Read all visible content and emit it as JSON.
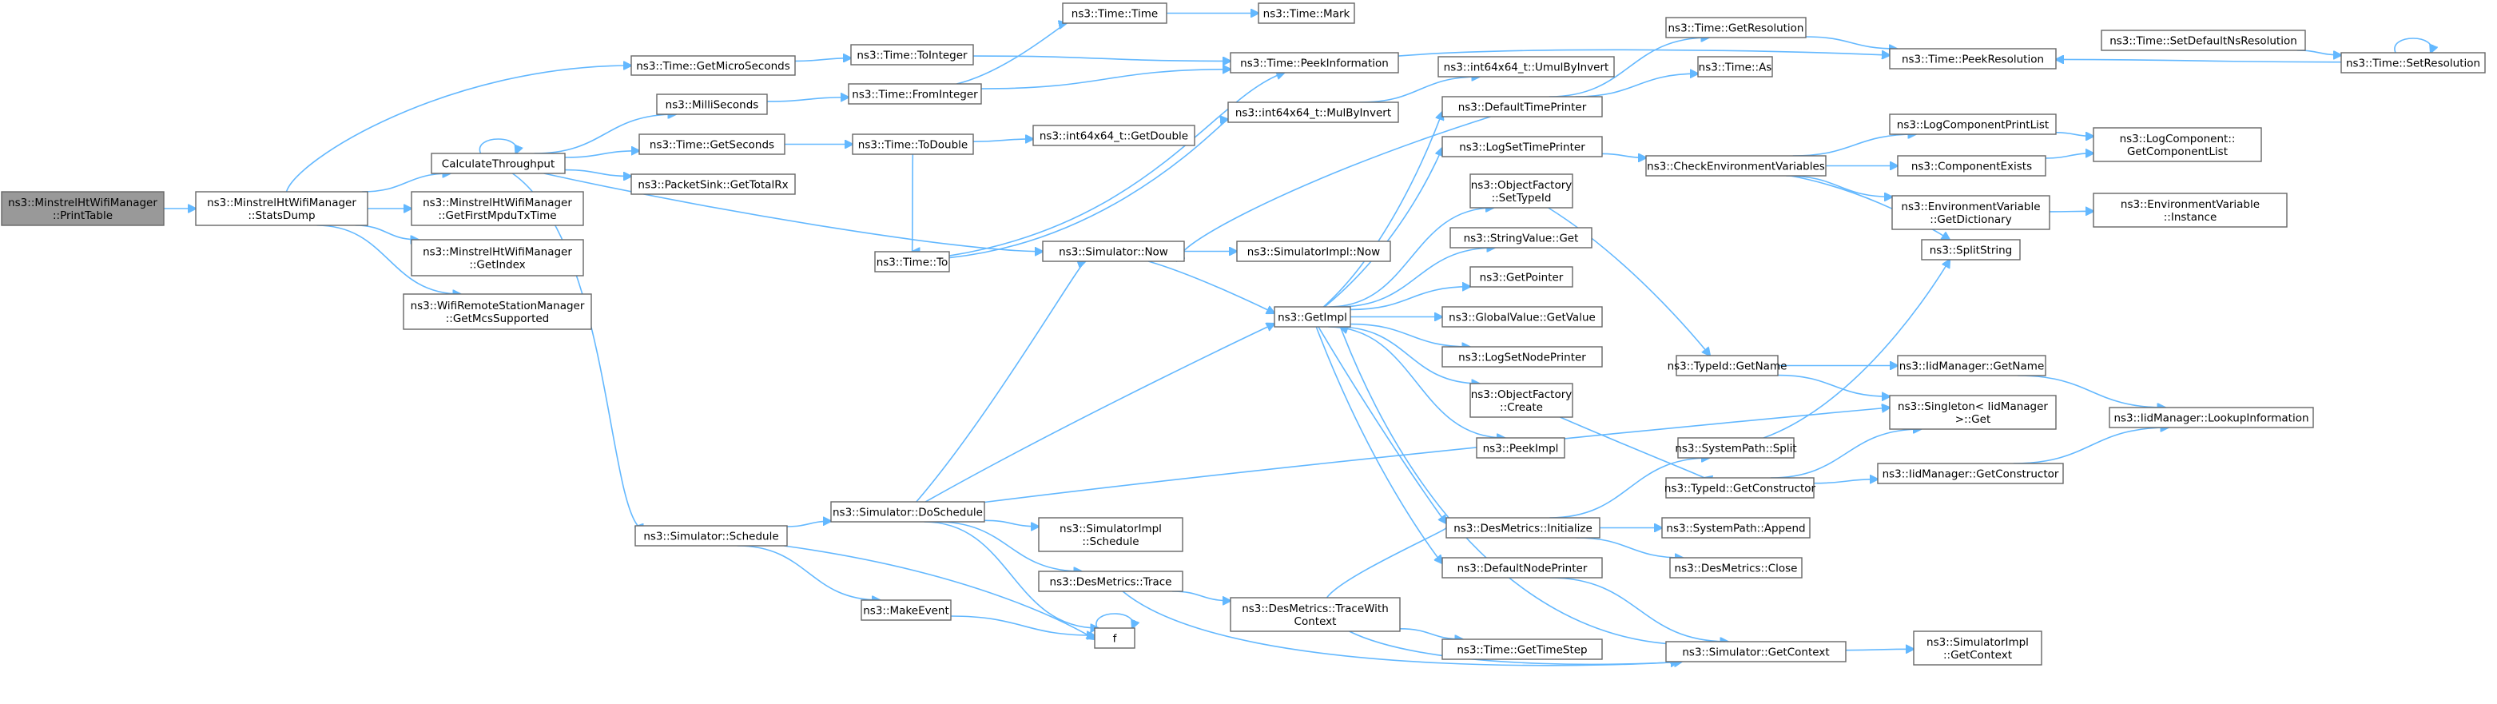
{
  "graph": {
    "accent_color": "#63b8ff",
    "root_fill": "#999999",
    "nodes": [
      {
        "id": "root",
        "lines": [
          "ns3::MinstrelHtWifiManager",
          "::PrintTable"
        ],
        "root": true
      },
      {
        "id": "statsdump",
        "lines": [
          "ns3::MinstrelHtWifiManager",
          "::StatsDump"
        ]
      },
      {
        "id": "getmicro",
        "lines": [
          "ns3::Time::GetMicroSeconds"
        ]
      },
      {
        "id": "calcthr",
        "lines": [
          "CalculateThroughput"
        ]
      },
      {
        "id": "getfirst",
        "lines": [
          "ns3::MinstrelHtWifiManager",
          "::GetFirstMpduTxTime"
        ]
      },
      {
        "id": "getindex",
        "lines": [
          "ns3::MinstrelHtWifiManager",
          "::GetIndex"
        ]
      },
      {
        "id": "getmcs",
        "lines": [
          "ns3::WifiRemoteStationManager",
          "::GetMcsSupported"
        ]
      },
      {
        "id": "milli",
        "lines": [
          "ns3::MilliSeconds"
        ]
      },
      {
        "id": "getseconds",
        "lines": [
          "ns3::Time::GetSeconds"
        ]
      },
      {
        "id": "packetsink",
        "lines": [
          "ns3::PacketSink::GetTotalRx"
        ]
      },
      {
        "id": "schedule",
        "lines": [
          "ns3::Simulator::Schedule"
        ]
      },
      {
        "id": "tointeger",
        "lines": [
          "ns3::Time::ToInteger"
        ]
      },
      {
        "id": "frominteger",
        "lines": [
          "ns3::Time::FromInteger"
        ]
      },
      {
        "id": "todouble",
        "lines": [
          "ns3::Time::ToDouble"
        ]
      },
      {
        "id": "timeto",
        "lines": [
          "ns3::Time::To"
        ]
      },
      {
        "id": "timetime",
        "lines": [
          "ns3::Time::Time"
        ]
      },
      {
        "id": "timemark",
        "lines": [
          "ns3::Time::Mark"
        ]
      },
      {
        "id": "peekinfo",
        "lines": [
          "ns3::Time::PeekInformation"
        ]
      },
      {
        "id": "int64getdouble",
        "lines": [
          "ns3::int64x64_t::GetDouble"
        ]
      },
      {
        "id": "mulbyinvert",
        "lines": [
          "ns3::int64x64_t::MulByInvert"
        ]
      },
      {
        "id": "umulbyinvert",
        "lines": [
          "ns3::int64x64_t::UmulByInvert"
        ]
      },
      {
        "id": "simnow",
        "lines": [
          "ns3::Simulator::Now"
        ]
      },
      {
        "id": "simimplnow",
        "lines": [
          "ns3::SimulatorImpl::Now"
        ]
      },
      {
        "id": "getimpl",
        "lines": [
          "ns3::GetImpl"
        ]
      },
      {
        "id": "doschedule",
        "lines": [
          "ns3::Simulator::DoSchedule"
        ]
      },
      {
        "id": "makeevent",
        "lines": [
          "ns3::MakeEvent"
        ]
      },
      {
        "id": "f",
        "lines": [
          "f"
        ]
      },
      {
        "id": "simimplschedule",
        "lines": [
          "ns3::SimulatorImpl",
          "::Schedule"
        ]
      },
      {
        "id": "desmetricstrace",
        "lines": [
          "ns3::DesMetrics::Trace"
        ]
      },
      {
        "id": "tracewithcontext",
        "lines": [
          "ns3::DesMetrics::TraceWith",
          "Context"
        ]
      },
      {
        "id": "gettimestep",
        "lines": [
          "ns3::Time::GetTimeStep"
        ]
      },
      {
        "id": "getcontext",
        "lines": [
          "ns3::Simulator::GetContext"
        ]
      },
      {
        "id": "simimplgetcontext",
        "lines": [
          "ns3::SimulatorImpl",
          "::GetContext"
        ]
      },
      {
        "id": "defaulttimeprinter",
        "lines": [
          "ns3::DefaultTimePrinter"
        ]
      },
      {
        "id": "logsettimeprinter",
        "lines": [
          "ns3::LogSetTimePrinter"
        ]
      },
      {
        "id": "objfactorysettypeid",
        "lines": [
          "ns3::ObjectFactory",
          "::SetTypeId"
        ]
      },
      {
        "id": "stringvalueget",
        "lines": [
          "ns3::StringValue::Get"
        ]
      },
      {
        "id": "getpointer",
        "lines": [
          "ns3::GetPointer"
        ]
      },
      {
        "id": "globalvalueget",
        "lines": [
          "ns3::GlobalValue::GetValue"
        ]
      },
      {
        "id": "logsetnodeprinter",
        "lines": [
          "ns3::LogSetNodePrinter"
        ]
      },
      {
        "id": "objfactorycreate",
        "lines": [
          "ns3::ObjectFactory",
          "::Create"
        ]
      },
      {
        "id": "peekimpl",
        "lines": [
          "ns3::PeekImpl"
        ]
      },
      {
        "id": "desmetricsinit",
        "lines": [
          "ns3::DesMetrics::Initialize"
        ]
      },
      {
        "id": "defaultnodeprinter",
        "lines": [
          "ns3::DefaultNodePrinter"
        ]
      },
      {
        "id": "getresolution",
        "lines": [
          "ns3::Time::GetResolution"
        ]
      },
      {
        "id": "timeas",
        "lines": [
          "ns3::Time::As"
        ]
      },
      {
        "id": "checkenv",
        "lines": [
          "ns3::CheckEnvironmentVariables"
        ]
      },
      {
        "id": "typeidgetname",
        "lines": [
          "ns3::TypeId::GetName"
        ]
      },
      {
        "id": "typeidgetconstructor",
        "lines": [
          "ns3::TypeId::GetConstructor"
        ]
      },
      {
        "id": "systempathsplit",
        "lines": [
          "ns3::SystemPath::Split"
        ]
      },
      {
        "id": "systempathappend",
        "lines": [
          "ns3::SystemPath::Append"
        ]
      },
      {
        "id": "desmetricsclose",
        "lines": [
          "ns3::DesMetrics::Close"
        ]
      },
      {
        "id": "peekresolution",
        "lines": [
          "ns3::Time::PeekResolution"
        ]
      },
      {
        "id": "setdefaultns",
        "lines": [
          "ns3::Time::SetDefaultNsResolution"
        ]
      },
      {
        "id": "setresolution",
        "lines": [
          "ns3::Time::SetResolution"
        ]
      },
      {
        "id": "logcompprintlist",
        "lines": [
          "ns3::LogComponentPrintList"
        ]
      },
      {
        "id": "componentexists",
        "lines": [
          "ns3::ComponentExists"
        ]
      },
      {
        "id": "envvargetdict",
        "lines": [
          "ns3::EnvironmentVariable",
          "::GetDictionary"
        ]
      },
      {
        "id": "splitstring",
        "lines": [
          "ns3::SplitString"
        ]
      },
      {
        "id": "iidgetname",
        "lines": [
          "ns3::IidManager::GetName"
        ]
      },
      {
        "id": "singletonget",
        "lines": [
          "ns3::Singleton< IidManager",
          ">::Get"
        ]
      },
      {
        "id": "iidgetconstructor",
        "lines": [
          "ns3::IidManager::GetConstructor"
        ]
      },
      {
        "id": "logcompgetlist",
        "lines": [
          "ns3::LogComponent::",
          "GetComponentList"
        ]
      },
      {
        "id": "envvarinstance",
        "lines": [
          "ns3::EnvironmentVariable",
          "::Instance"
        ]
      },
      {
        "id": "iidlookupinfo",
        "lines": [
          "ns3::IidManager::LookupInformation"
        ]
      }
    ]
  }
}
